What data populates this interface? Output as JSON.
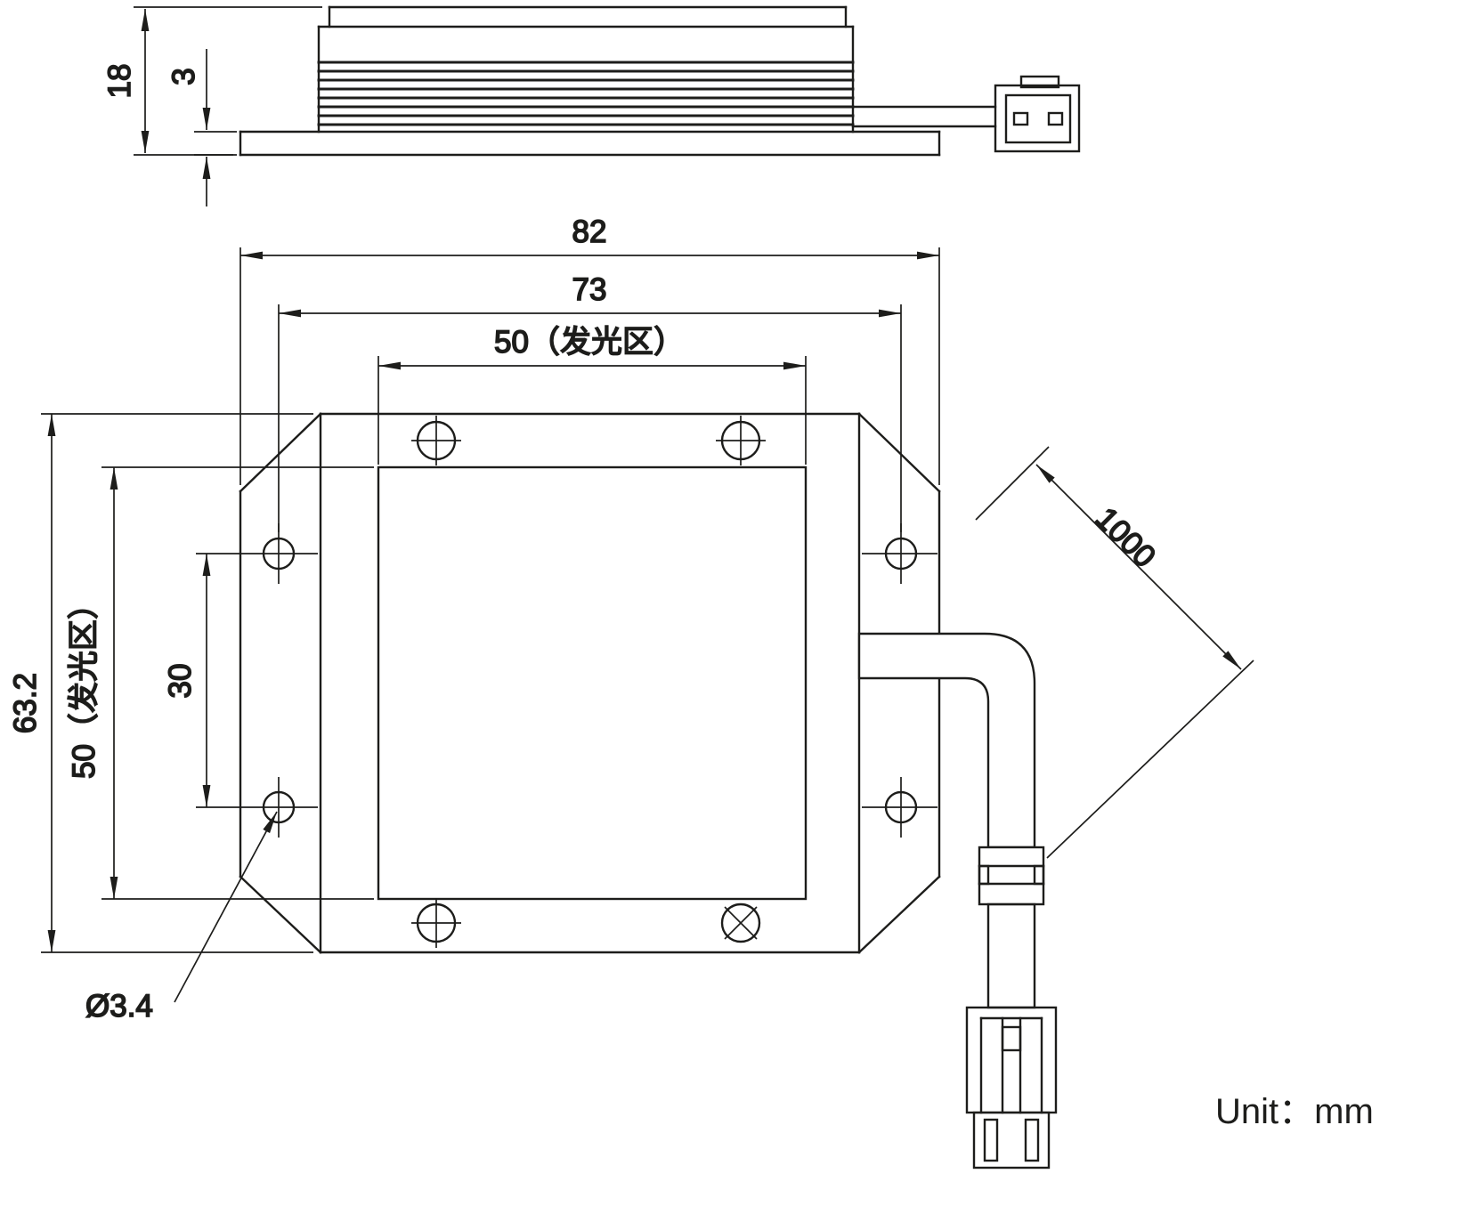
{
  "drawing": {
    "unit_label": "Unit：mm",
    "dimensions": {
      "side_overall_height": "18",
      "side_flange_thickness": "3",
      "overall_width": "82",
      "mount_hole_spacing_horizontal": "73",
      "emitting_area_width": "50（发光区）",
      "overall_height": "63.2",
      "emitting_area_height": "50（发光区）",
      "mount_hole_spacing_vertical": "30",
      "mount_hole_diameter": "Ø3.4",
      "cable_length": "1000"
    }
  }
}
